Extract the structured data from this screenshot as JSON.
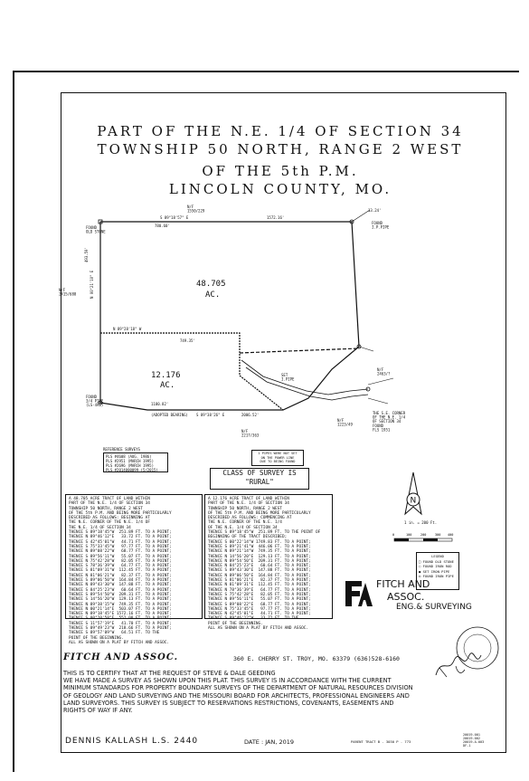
{
  "title": {
    "line1": "PART OF THE N.E. 1/4 OF SECTION 34",
    "line2": "TOWNSHIP 50 NORTH, RANGE 2 WEST",
    "line3": "OF THE 5th P.M.",
    "line4": "LINCOLN COUNTY, MO."
  },
  "plat": {
    "top_owner": "N/F\n1550/229",
    "top_bearing": "S 89°18'57\" E",
    "top_dist1": "1572.16'",
    "top_dist2": "780.60'",
    "found_nw": "FOUND\nOLD STONE",
    "found_ne": "FOUND\nI.P.PIPE",
    "ne_dist": "13.24'",
    "tract1_acres": "48.705",
    "tract1_unit": "AC.",
    "tract2_acres": "12.176",
    "tract2_unit": "AC.",
    "west_owner": "N/F\n2415/688",
    "west_bearing": "N 00°21'10\" E",
    "west_dist": "493.59'",
    "mid_bearing": "N 89°28'18\" W",
    "mid_dist": "749.35'",
    "south_dist": "1180.82'",
    "south_note": "(ADOPTED BEARING)",
    "south_bearing": "S 89°38'26\" E",
    "south_dist2": "2006.52'",
    "south_owner": "N/F\n2217/363",
    "found_sw": "FOUND\n3/4 PIPE\n(LS-492)",
    "east_owner": "N/F\n2463/?",
    "se_corner_note": "THE S.E. CORNER\nOF THE N.E. 1/4\nOF SECTION 34\nFOUND\nFLS 1951",
    "se_owner": "N/F\n1223/49",
    "set_iron": "SET\nI.PIPE"
  },
  "reference": {
    "heading": "REFERENCE SURVEYS",
    "lines": [
      "PLS #4608 (AUG. 1986)",
      "PLS #2951 (MARCH 1995)",
      "PLS #2696 (MARCH 1995)",
      "PLS #2014000099 (5/2015)"
    ]
  },
  "note": "1 PIPES WERE NOT SET\nON THE POWER LINE\nDUE TO BEING FOUND",
  "class_box": {
    "line1": "CLASS OF SURVEY IS",
    "line2": "\"RURAL\""
  },
  "description1": "A 48.705 ACRE TRACT OF LAND WITHIN\nPART OF THE N.E. 1/4 OF SECTION 34\nTOWNSHIP 50 NORTH, RANGE 2 WEST\nOF THE 5th P.M. AND BEING MORE PARTICULARLY\nDESCRIBED AS FOLLOWS: BEGINNING AT\nTHE N.E. CORNER OF THE N.E. 1/4 OF\nTHE N.E. 1/4 OF SECTION 34\nTHENCE S 89°18'45\"W  251.89 FT. TO A POINT;\nTHENCE N 89°46'12\"E   33.72 FT. TO A POINT;\nTHENCE S 42°45'01\"W   44.71 FT. TO A POINT;\nTHENCE S 75°33'45\"W   97.77 FT. TO A POINT;\nTHENCE N 89°08'22\"W   68.77 FT. TO A POINT;\nTHENCE S 89°56'11\"W   55.07 FT. TO A POINT;\nTHENCE N 75°42'28\"W   82.05 FT. TO A POINT;\nTHENCE S 78°36'39\"W   64.77 FT. TO A POINT;\nTHENCE S 81°09'31\"W  112.45 FT. TO A POINT;\nTHENCE N 81°06'21\"W   82.37 FT. TO A POINT;\nTHENCE S 89°06'50\"W  164.84 FT. TO A POINT;\nTHENCE N 89°43'30\"W  147.88 FT. TO A POINT;\nTHENCE S 84°25'23\"W   60.64 FT. TO A POINT;\nTHENCE S 89°54'50\"W  209.31 FT. TO A POINT;\nTHENCE S 14°56'20\"W  129.13 FT. TO A POINT;\nTHENCE N 89°38'15\"W  749.35 FT. TO A POINT;\nTHENCE N 00°21'14\"E  503.07 FT. TO A POINT;\nTHENCE N 89°18'45\"E 1572.16 FT. TO A POINT;\nTHENCE S 00°20'58\"E  552.00 FT. TO A POINT;\nTHENCE S 11°57'19\"E   41.70 FT. TO A POINT;\nTHENCE S 09°49'23\"W  218.66 FT. TO A POINT;\nTHENCE S 89°57'09\"W   64.51 FT. TO THE\nPOINT OF THE BEGINNING.\nALL AS SHOWN ON A PLAT BY FITCH AND ASSOC.",
  "description2": "A 12.176 ACRE TRACT OF LAND WITHIN\nPART OF THE N.E. 1/4 OF SECTION 34\nTOWNSHIP 50 NORTH, RANGE 2 WEST\nOF THE 5th P.M. AND BEING MORE PARTICULARLY\nDESCRIBED AS FOLLOWS: COMMENCING AT\nTHE N.E. CORNER OF THE N.E. 1/4\nOF THE N.E. 1/4 OF SECTION 34\nTHENCE S 89°18'45\"W  251.89 FT. TO THE POINT OF\nBEGINNING OF THE TRACT DESCRIBED;\nTHENCE S 00°22'14\"W 1749.83 FT. TO A POINT;\nTHENCE S 89°21'41\"W  446.06 FT. TO A POINT;\nTHENCE N 89°21'14\"W  749.35 FT. TO A POINT;\nTHENCE N 14°56'20\"E  129.13 FT. TO A POINT;\nTHENCE N 89°54'50\"E  209.31 FT. TO A POINT;\nTHENCE N 84°25'23\"E   60.64 FT. TO A POINT;\nTHENCE S 89°43'30\"E  147.88 FT. TO A POINT;\nTHENCE N 89°06'50\"E  164.84 FT. TO A POINT;\nTHENCE S 81°06'21\"E   82.37 FT. TO A POINT;\nTHENCE N 81°09'31\"E  112.45 FT. TO A POINT;\nTHENCE N 78°36'39\"E   64.77 FT. TO A POINT;\nTHENCE S 75°42'28\"E   82.05 FT. TO A POINT;\nTHENCE N 89°56'11\"E   55.07 FT. TO A POINT;\nTHENCE S 89°08'22\"E   68.77 FT. TO A POINT;\nTHENCE N 75°33'45\"E   97.77 FT. TO A POINT;\nTHENCE N 42°45'01\"E   44.71 FT. TO A POINT;\nTHENCE S 89°46'12\"W   33.72 FT. TO THE\nPOINT OF THE BEGINNING.\nALL AS SHOWN ON A PLAT BY FITCH AND ASSOC.",
  "scale": {
    "label": "1 in. = 200 Ft.",
    "ticks": [
      "0",
      "100",
      "200",
      "300",
      "400"
    ]
  },
  "legend": {
    "heading": "LEGEND",
    "items": [
      "FOUND OLD STONE",
      "FOUND IRON ROD",
      "SET IRON PIPE",
      "FOUND IRON PIPE"
    ]
  },
  "firm": {
    "line1": "FITCH AND",
    "line2": "ASSOC.",
    "line3": "ENG.& SURVEYING"
  },
  "footer": {
    "name": "FITCH AND ASSOC.",
    "address": "360 E. CHERRY ST. TROY, MO. 63379 (636)528-6160",
    "cert_lines": [
      "THIS IS TO CERTIFY THAT AT THE REQUEST OF  STEVE & DALE GEEDING",
      "WE HAVE MADE A SURVEY AS SHOWN UPON THIS PLAT. THIS SURVEY IS IN ACCORDANCE WITH THE CURRENT",
      "MINIMUM STANDARDS FOR PROPERTY BOUNDARY SURVEYS OF THE DEPARTMENT OF NATURAL RESOURCES DIVISION",
      "OF GEOLOGY AND LAND SURVEYING AND THE MISSOURI BOARD FOR ARCHITECTS, PROFESSIONAL ENGINEERS AND",
      "LAND SURVEYORS. THIS SURVEY IS SUBJECT TO RESERVATIONS RESTRICTIONS, COVENANTS, EASEMENTS AND",
      "RIGHTS OF WAY IF ANY."
    ],
    "surveyor": "DENNIS KALLASH L.S. 2440",
    "date": "DATE : JAN, 2019",
    "parent": "PARENT TRACT  B - 3030  P - 773",
    "stamp": "20019-001\n20019-002\n20019-A-003\nDF-1"
  },
  "colors": {
    "ink": "#111111",
    "paper": "#ffffff"
  }
}
